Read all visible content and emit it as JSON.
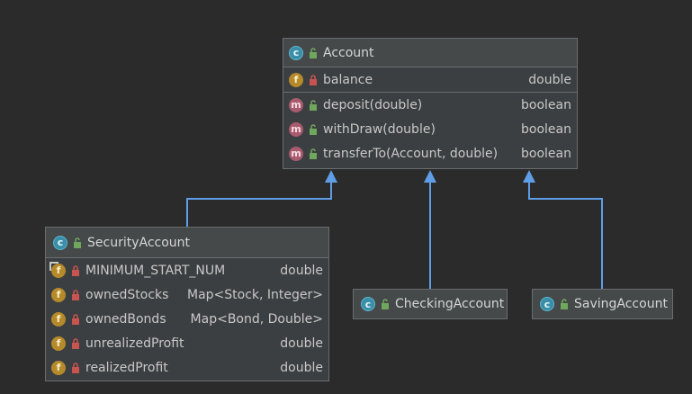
{
  "account": {
    "title": "Account",
    "fields": [
      {
        "name": "balance",
        "type": "double"
      }
    ],
    "methods": [
      {
        "name": "deposit(double)",
        "type": "boolean"
      },
      {
        "name": "withDraw(double)",
        "type": "boolean"
      },
      {
        "name": "transferTo(Account, double)",
        "type": "boolean"
      }
    ]
  },
  "security_account": {
    "title": "SecurityAccount",
    "fields": [
      {
        "name": "MINIMUM_START_NUM",
        "type": "double"
      },
      {
        "name": "ownedStocks",
        "type": "Map<Stock, Integer>"
      },
      {
        "name": "ownedBonds",
        "type": "Map<Bond, Double>"
      },
      {
        "name": "unrealizedProfit",
        "type": "double"
      },
      {
        "name": "realizedProfit",
        "type": "double"
      }
    ]
  },
  "checking_account": {
    "title": "CheckingAccount"
  },
  "saving_account": {
    "title": "SavingAccount"
  },
  "badges": {
    "class": "c",
    "field": "f",
    "method": "m"
  },
  "colors": {
    "background": "#2b2b2b",
    "node_fill": "#3c3f41",
    "edge": "#5f9de6",
    "class_badge": "#3a8fa8",
    "field_badge": "#b58a2a",
    "method_badge": "#a85b6e"
  }
}
